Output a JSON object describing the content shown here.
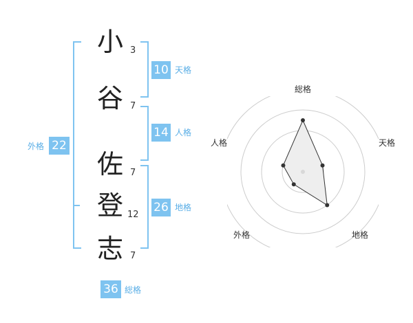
{
  "name": {
    "chars": [
      {
        "char": "小",
        "strokes": "3"
      },
      {
        "char": "谷",
        "strokes": "7"
      },
      {
        "char": "佐",
        "strokes": "7"
      },
      {
        "char": "登",
        "strokes": "12"
      },
      {
        "char": "志",
        "strokes": "7"
      }
    ]
  },
  "kakusu": {
    "tenkaku": {
      "value": "10",
      "label": "天格"
    },
    "jinkaku": {
      "value": "14",
      "label": "人格"
    },
    "chikaku": {
      "value": "26",
      "label": "地格"
    },
    "gaikaku": {
      "value": "22",
      "label": "外格"
    },
    "soukaku": {
      "value": "36",
      "label": "総格"
    }
  },
  "colors": {
    "accent": "#7ec3f0",
    "label": "#5aaee6",
    "ring": "#cccccc",
    "polygon_fill": "#eeeeee",
    "polygon_stroke": "#333333"
  },
  "radar": {
    "axes": [
      "総格",
      "天格",
      "地格",
      "外格",
      "人格"
    ],
    "levels": 4,
    "values": [
      2.5,
      1.0,
      2.0,
      0.75,
      1.0
    ]
  }
}
